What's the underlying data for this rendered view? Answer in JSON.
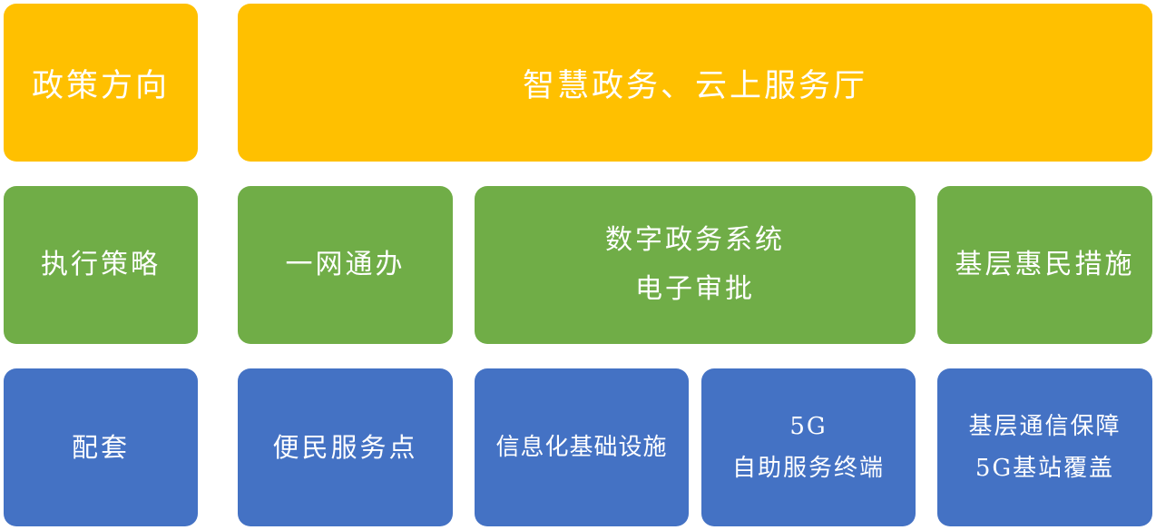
{
  "colors": {
    "policy": "#FFC000",
    "strategy": "#70AD47",
    "support": "#4472C4",
    "text": "#FFFFFF"
  },
  "row_policy": {
    "label": "政策方向",
    "items": [
      "智慧政务、云上服务厅"
    ]
  },
  "row_strategy": {
    "label": "执行策略",
    "items": [
      {
        "lines": [
          "一网通办"
        ]
      },
      {
        "lines": [
          "数字政务系统",
          "电子审批"
        ]
      },
      {
        "lines": [
          "基层惠民措施"
        ]
      }
    ]
  },
  "row_support": {
    "label": "配套",
    "items": [
      {
        "lines": [
          "便民服务点"
        ]
      },
      {
        "lines": [
          "信息化基础设施"
        ]
      },
      {
        "lines": [
          "5G",
          "自助服务终端"
        ]
      },
      {
        "lines": [
          "基层通信保障",
          "5G基站覆盖"
        ]
      }
    ]
  }
}
